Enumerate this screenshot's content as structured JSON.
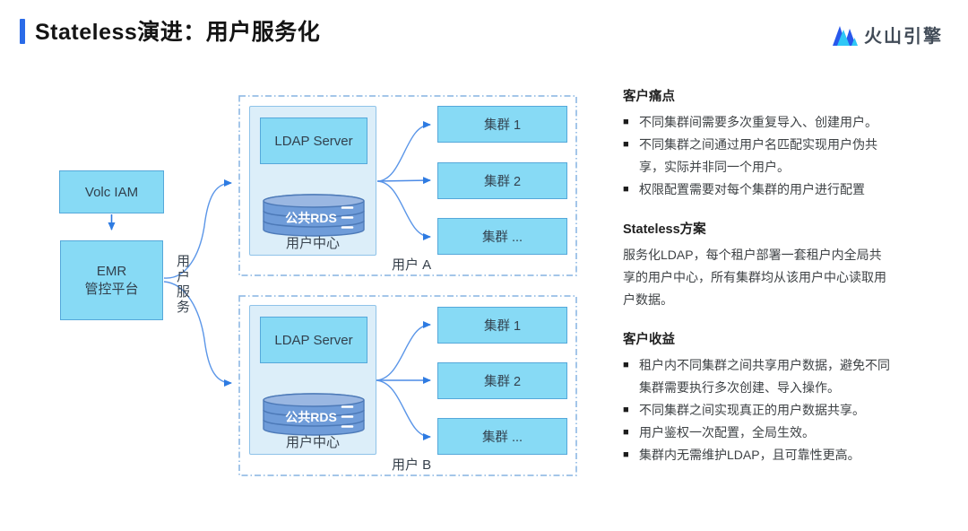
{
  "header": {
    "title": "Stateless演进：用户服务化",
    "logo_text": "火山引擎"
  },
  "icons": {
    "bullet": "■",
    "logo": "volcano-mountain-icon",
    "database": "database-cylinder-icon"
  },
  "colors": {
    "accent_blue": "#2a6be8",
    "box_fill": "#87daf5",
    "box_border": "#55a8da",
    "panel_fill": "#dceef9",
    "panel_border": "#8fc3e9",
    "db_fill": "#6f9cd9",
    "arrow_blue": "#2e7be2",
    "dashed_border": "#85b4e2",
    "logo_dark_blue": "#2858ec",
    "logo_cyan": "#2fc7f6"
  },
  "diagram": {
    "volc_iam": "Volc IAM",
    "emr_line1": "EMR",
    "emr_line2": "管控平台",
    "user_service_label": "用户服务",
    "groups": [
      {
        "user_label": "用户 A",
        "ldap": "LDAP Server",
        "rds": "公共RDS",
        "center_label": "用户中心",
        "clusters": [
          "集群 1",
          "集群 2",
          "集群 ..."
        ]
      },
      {
        "user_label": "用户 B",
        "ldap": "LDAP Server",
        "rds": "公共RDS",
        "center_label": "用户中心",
        "clusters": [
          "集群 1",
          "集群 2",
          "集群 ..."
        ]
      }
    ]
  },
  "sidebar": {
    "sections": [
      {
        "heading": "客户痛点",
        "items": [
          "不同集群间需要多次重复导入、创建用户。",
          "不同集群之间通过用户名匹配实现用户伪共享，实际并非同一个用户。",
          "权限配置需要对每个集群的用户进行配置"
        ]
      },
      {
        "heading": "Stateless方案",
        "text": "服务化LDAP，每个租户部署一套租户内全局共享的用户中心，所有集群均从该用户中心读取用户数据。"
      },
      {
        "heading": "客户收益",
        "items": [
          "租户内不同集群之间共享用户数据，避免不同集群需要执行多次创建、导入操作。",
          "不同集群之间实现真正的用户数据共享。",
          "用户鉴权一次配置，全局生效。",
          "集群内无需维护LDAP，且可靠性更高。"
        ]
      }
    ]
  }
}
